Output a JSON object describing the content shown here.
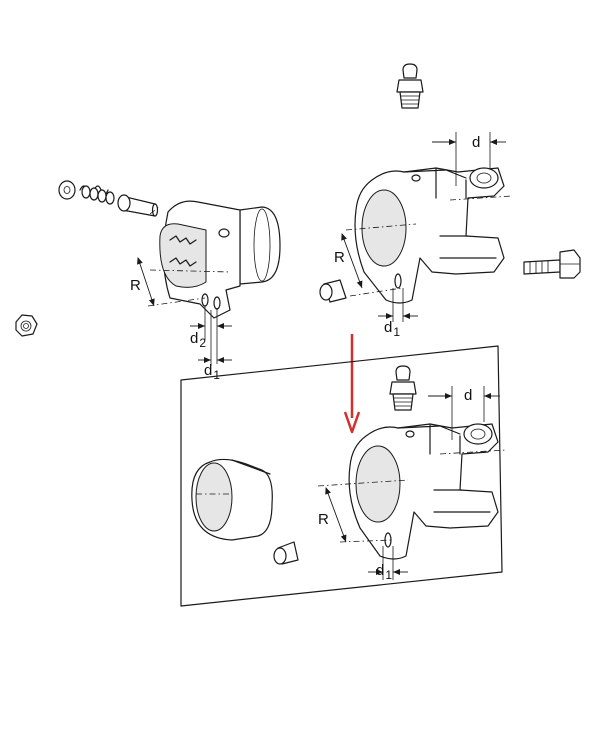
{
  "labels": {
    "top_left_R": "R",
    "top_left_d2": "d",
    "top_left_d2_sub": "2",
    "top_left_d1": "d",
    "top_left_d1_sub": "1",
    "top_right_R": "R",
    "top_right_d": "d",
    "top_right_d1": "d",
    "top_right_d1_sub": "1",
    "bottom_R": "R",
    "bottom_d": "d",
    "bottom_d1": "d",
    "bottom_d1_sub": "1"
  },
  "colors": {
    "line": "#1a1a1a",
    "arrow": "#d32f2f",
    "shade": "#e6e6e6"
  },
  "icons": {
    "arrow": "down-arrow-red"
  }
}
